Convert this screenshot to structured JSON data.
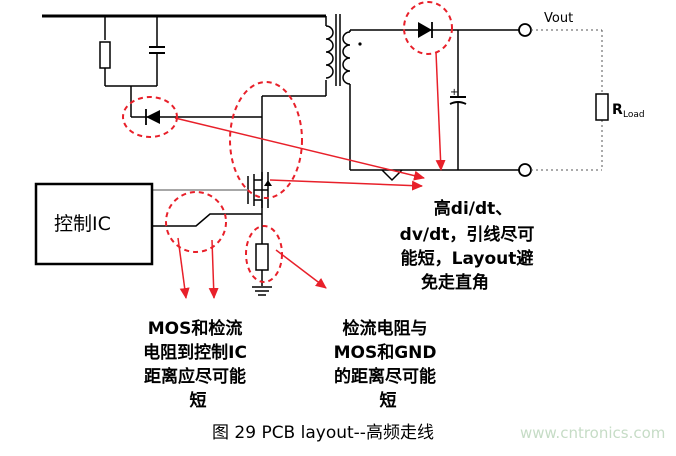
{
  "diagram": {
    "vout_label": "Vout",
    "rload_main": "R",
    "rload_sub": "Load",
    "ic_label": "控制IC",
    "note_right": [
      "高di/dt、",
      "dv/dt，引线尽可",
      "能短，Layout避",
      "免走直角"
    ],
    "note_left": [
      "MOS和检流",
      "电阻到控制IC",
      "距离应尽可能",
      "短"
    ],
    "note_mid": [
      "检流电阻与",
      "MOS和GND",
      "的距离尽可能",
      "短"
    ],
    "caption": "图  29 PCB layout--高频走线",
    "watermark": "www.cntronics.com",
    "colors": {
      "highlight": "#e8202a",
      "line": "#000000",
      "gate_trace": "#8a8a8a"
    }
  }
}
